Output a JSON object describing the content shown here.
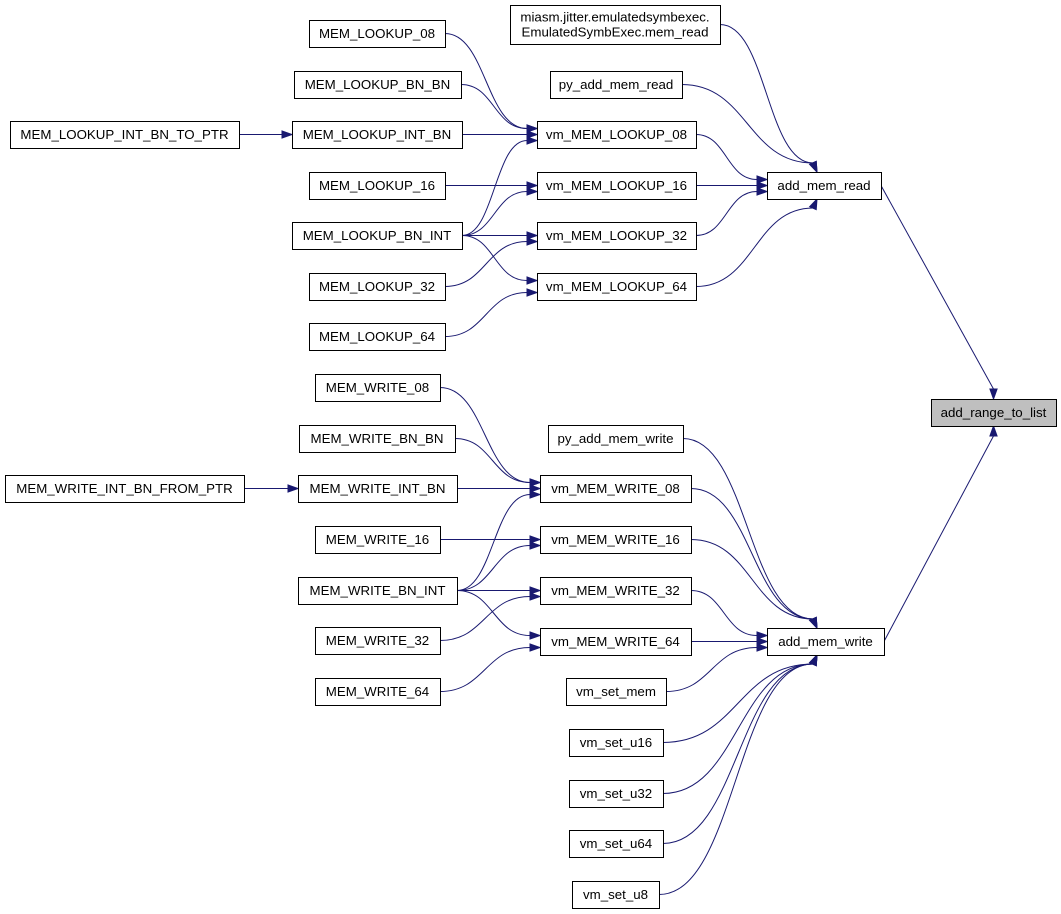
{
  "graph": {
    "nodes": [
      {
        "id": "add_range_to_list",
        "label": "add_range_to_list",
        "root": true
      },
      {
        "id": "add_mem_read",
        "label": "add_mem_read"
      },
      {
        "id": "add_mem_write",
        "label": "add_mem_write"
      },
      {
        "id": "emulated_mem_read",
        "label": "miasm.jitter.emulatedsymbexec.\nEmulatedSymbExec.mem_read"
      },
      {
        "id": "py_add_mem_read",
        "label": "py_add_mem_read"
      },
      {
        "id": "vm_MEM_LOOKUP_08",
        "label": "vm_MEM_LOOKUP_08"
      },
      {
        "id": "vm_MEM_LOOKUP_16",
        "label": "vm_MEM_LOOKUP_16"
      },
      {
        "id": "vm_MEM_LOOKUP_32",
        "label": "vm_MEM_LOOKUP_32"
      },
      {
        "id": "vm_MEM_LOOKUP_64",
        "label": "vm_MEM_LOOKUP_64"
      },
      {
        "id": "MEM_LOOKUP_08",
        "label": "MEM_LOOKUP_08"
      },
      {
        "id": "MEM_LOOKUP_BN_BN",
        "label": "MEM_LOOKUP_BN_BN"
      },
      {
        "id": "MEM_LOOKUP_INT_BN",
        "label": "MEM_LOOKUP_INT_BN"
      },
      {
        "id": "MEM_LOOKUP_INT_BN_TO_PTR",
        "label": "MEM_LOOKUP_INT_BN_TO_PTR"
      },
      {
        "id": "MEM_LOOKUP_16",
        "label": "MEM_LOOKUP_16"
      },
      {
        "id": "MEM_LOOKUP_BN_INT",
        "label": "MEM_LOOKUP_BN_INT"
      },
      {
        "id": "MEM_LOOKUP_32",
        "label": "MEM_LOOKUP_32"
      },
      {
        "id": "MEM_LOOKUP_64",
        "label": "MEM_LOOKUP_64"
      },
      {
        "id": "py_add_mem_write",
        "label": "py_add_mem_write"
      },
      {
        "id": "vm_MEM_WRITE_08",
        "label": "vm_MEM_WRITE_08"
      },
      {
        "id": "vm_MEM_WRITE_16",
        "label": "vm_MEM_WRITE_16"
      },
      {
        "id": "vm_MEM_WRITE_32",
        "label": "vm_MEM_WRITE_32"
      },
      {
        "id": "vm_MEM_WRITE_64",
        "label": "vm_MEM_WRITE_64"
      },
      {
        "id": "MEM_WRITE_08",
        "label": "MEM_WRITE_08"
      },
      {
        "id": "MEM_WRITE_BN_BN",
        "label": "MEM_WRITE_BN_BN"
      },
      {
        "id": "MEM_WRITE_INT_BN",
        "label": "MEM_WRITE_INT_BN"
      },
      {
        "id": "MEM_WRITE_INT_BN_FROM_PTR",
        "label": "MEM_WRITE_INT_BN_FROM_PTR"
      },
      {
        "id": "MEM_WRITE_16",
        "label": "MEM_WRITE_16"
      },
      {
        "id": "MEM_WRITE_BN_INT",
        "label": "MEM_WRITE_BN_INT"
      },
      {
        "id": "MEM_WRITE_32",
        "label": "MEM_WRITE_32"
      },
      {
        "id": "MEM_WRITE_64",
        "label": "MEM_WRITE_64"
      },
      {
        "id": "vm_set_mem",
        "label": "vm_set_mem"
      },
      {
        "id": "vm_set_u16",
        "label": "vm_set_u16"
      },
      {
        "id": "vm_set_u32",
        "label": "vm_set_u32"
      },
      {
        "id": "vm_set_u64",
        "label": "vm_set_u64"
      },
      {
        "id": "vm_set_u8",
        "label": "vm_set_u8"
      }
    ],
    "edges": [
      {
        "from": "add_mem_read",
        "to": "add_range_to_list"
      },
      {
        "from": "add_mem_write",
        "to": "add_range_to_list"
      },
      {
        "from": "emulated_mem_read",
        "to": "add_mem_read"
      },
      {
        "from": "py_add_mem_read",
        "to": "add_mem_read"
      },
      {
        "from": "vm_MEM_LOOKUP_08",
        "to": "add_mem_read"
      },
      {
        "from": "vm_MEM_LOOKUP_16",
        "to": "add_mem_read"
      },
      {
        "from": "vm_MEM_LOOKUP_32",
        "to": "add_mem_read"
      },
      {
        "from": "vm_MEM_LOOKUP_64",
        "to": "add_mem_read"
      },
      {
        "from": "MEM_LOOKUP_08",
        "to": "vm_MEM_LOOKUP_08"
      },
      {
        "from": "MEM_LOOKUP_BN_BN",
        "to": "vm_MEM_LOOKUP_08"
      },
      {
        "from": "MEM_LOOKUP_INT_BN",
        "to": "vm_MEM_LOOKUP_08"
      },
      {
        "from": "MEM_LOOKUP_INT_BN_TO_PTR",
        "to": "MEM_LOOKUP_INT_BN"
      },
      {
        "from": "MEM_LOOKUP_BN_INT",
        "to": "vm_MEM_LOOKUP_08"
      },
      {
        "from": "MEM_LOOKUP_16",
        "to": "vm_MEM_LOOKUP_16"
      },
      {
        "from": "MEM_LOOKUP_BN_INT",
        "to": "vm_MEM_LOOKUP_16"
      },
      {
        "from": "MEM_LOOKUP_BN_INT",
        "to": "vm_MEM_LOOKUP_32"
      },
      {
        "from": "MEM_LOOKUP_BN_INT",
        "to": "vm_MEM_LOOKUP_64"
      },
      {
        "from": "MEM_LOOKUP_32",
        "to": "vm_MEM_LOOKUP_32"
      },
      {
        "from": "MEM_LOOKUP_64",
        "to": "vm_MEM_LOOKUP_64"
      },
      {
        "from": "py_add_mem_write",
        "to": "add_mem_write"
      },
      {
        "from": "vm_MEM_WRITE_08",
        "to": "add_mem_write"
      },
      {
        "from": "vm_MEM_WRITE_16",
        "to": "add_mem_write"
      },
      {
        "from": "vm_MEM_WRITE_32",
        "to": "add_mem_write"
      },
      {
        "from": "vm_MEM_WRITE_64",
        "to": "add_mem_write"
      },
      {
        "from": "MEM_WRITE_08",
        "to": "vm_MEM_WRITE_08"
      },
      {
        "from": "MEM_WRITE_BN_BN",
        "to": "vm_MEM_WRITE_08"
      },
      {
        "from": "MEM_WRITE_INT_BN",
        "to": "vm_MEM_WRITE_08"
      },
      {
        "from": "MEM_WRITE_INT_BN_FROM_PTR",
        "to": "MEM_WRITE_INT_BN"
      },
      {
        "from": "MEM_WRITE_BN_INT",
        "to": "vm_MEM_WRITE_08"
      },
      {
        "from": "MEM_WRITE_16",
        "to": "vm_MEM_WRITE_16"
      },
      {
        "from": "MEM_WRITE_BN_INT",
        "to": "vm_MEM_WRITE_16"
      },
      {
        "from": "MEM_WRITE_BN_INT",
        "to": "vm_MEM_WRITE_32"
      },
      {
        "from": "MEM_WRITE_BN_INT",
        "to": "vm_MEM_WRITE_64"
      },
      {
        "from": "MEM_WRITE_32",
        "to": "vm_MEM_WRITE_32"
      },
      {
        "from": "MEM_WRITE_64",
        "to": "vm_MEM_WRITE_64"
      },
      {
        "from": "vm_set_mem",
        "to": "add_mem_write"
      },
      {
        "from": "vm_set_u16",
        "to": "add_mem_write"
      },
      {
        "from": "vm_set_u32",
        "to": "add_mem_write"
      },
      {
        "from": "vm_set_u64",
        "to": "add_mem_write"
      },
      {
        "from": "vm_set_u8",
        "to": "add_mem_write"
      }
    ]
  },
  "colors": {
    "edge": "#191970",
    "node_border": "#000000",
    "node_fill": "#ffffff",
    "root_fill": "#bfbfbf",
    "background": "#ffffff"
  }
}
